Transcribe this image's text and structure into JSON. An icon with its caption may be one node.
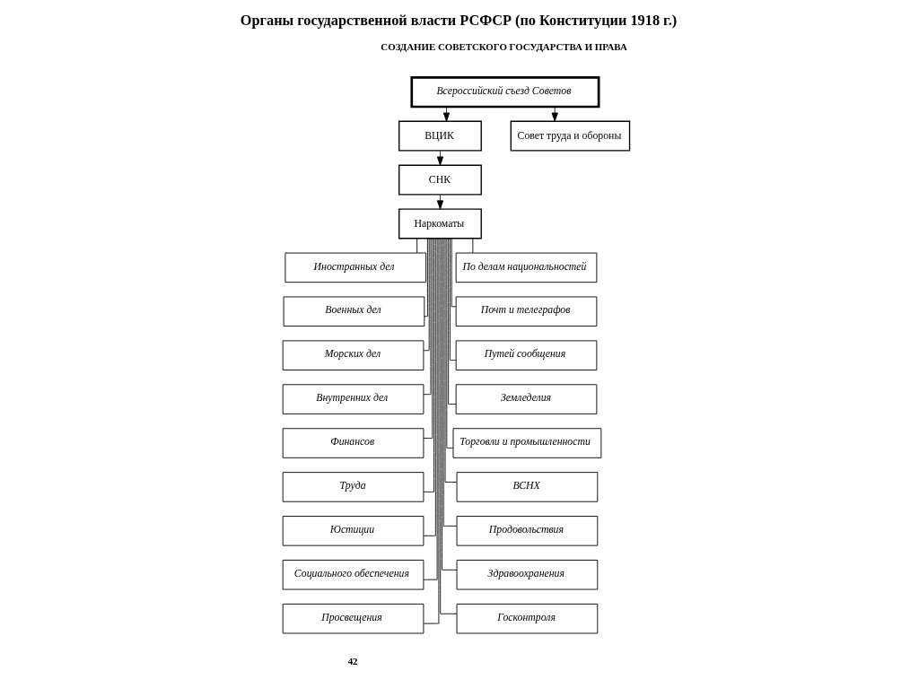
{
  "diagram": {
    "title": "Органы государственной власти РСФСР (по Конституции 1918 г.)",
    "nodes": [
      {
        "text": [
          "Всероссийский съезд Советов"
        ]
      },
      {
        "text": [
          "ВЦИК"
        ]
      },
      {
        "text": [
          "Совет труда и обороны"
        ]
      },
      {
        "text": [
          "СНК"
        ]
      },
      {
        "text": [
          "Наркоматы"
        ]
      },
      {
        "text": [
          "Иностранных дел"
        ]
      },
      {
        "text": [
          "По делам национальностей"
        ]
      },
      {
        "text": [
          "Военных дел"
        ]
      },
      {
        "text": [
          "Почт и телеграфов"
        ]
      },
      {
        "text": [
          "Морских дел"
        ]
      },
      {
        "text": [
          "Путей сообщения"
        ]
      },
      {
        "text": [
          "Внутренних дел"
        ]
      },
      {
        "text": [
          "Земледелия"
        ]
      },
      {
        "text": [
          "Финансов"
        ]
      },
      {
        "text": [
          "Торговли и промышленности"
        ]
      },
      {
        "text": [
          "Труда"
        ]
      },
      {
        "text": [
          "ВСНХ"
        ]
      },
      {
        "text": [
          "Юстиции"
        ]
      },
      {
        "text": [
          "Продовольствия"
        ]
      },
      {
        "text": [
          "Социального обеспечения"
        ]
      },
      {
        "text": [
          "Здравоохранения"
        ]
      },
      {
        "text": [
          "Просвещения"
        ]
      },
      {
        "text": [
          "Госконтроля"
        ]
      }
    ],
    "edges": [
      {
        "from": 0,
        "to": 1,
        "arrow": "to"
      },
      {
        "from": 0,
        "to": 2,
        "arrow": "to"
      },
      {
        "from": 1,
        "to": 3,
        "arrow": "to"
      },
      {
        "from": 3,
        "to": 4,
        "arrow": "to"
      },
      {
        "from": 4,
        "to": 5,
        "arrow": "none"
      },
      {
        "from": 4,
        "to": 6,
        "arrow": "none"
      },
      {
        "from": 4,
        "to": 7,
        "arrow": "none"
      },
      {
        "from": 4,
        "to": 8,
        "arrow": "none"
      },
      {
        "from": 4,
        "to": 9,
        "arrow": "none"
      },
      {
        "from": 4,
        "to": 10,
        "arrow": "none"
      },
      {
        "from": 4,
        "to": 11,
        "arrow": "none"
      },
      {
        "from": 4,
        "to": 12,
        "arrow": "none"
      },
      {
        "from": 4,
        "to": 13,
        "arrow": "none"
      },
      {
        "from": 4,
        "to": 14,
        "arrow": "none"
      },
      {
        "from": 4,
        "to": 15,
        "arrow": "none"
      },
      {
        "from": 4,
        "to": 16,
        "arrow": "none"
      },
      {
        "from": 4,
        "to": 17,
        "arrow": "none"
      },
      {
        "from": 4,
        "to": 18,
        "arrow": "none"
      },
      {
        "from": 4,
        "to": 19,
        "arrow": "none"
      },
      {
        "from": 4,
        "to": 20,
        "arrow": "none"
      },
      {
        "from": 4,
        "to": 21,
        "arrow": "none"
      },
      {
        "from": 4,
        "to": 22,
        "arrow": "none"
      }
    ],
    "labels": [
      "СОЗДАНИЕ СОВЕТСКОГО ГОСУДАРСТВА И ПРАВА",
      "42"
    ]
  }
}
